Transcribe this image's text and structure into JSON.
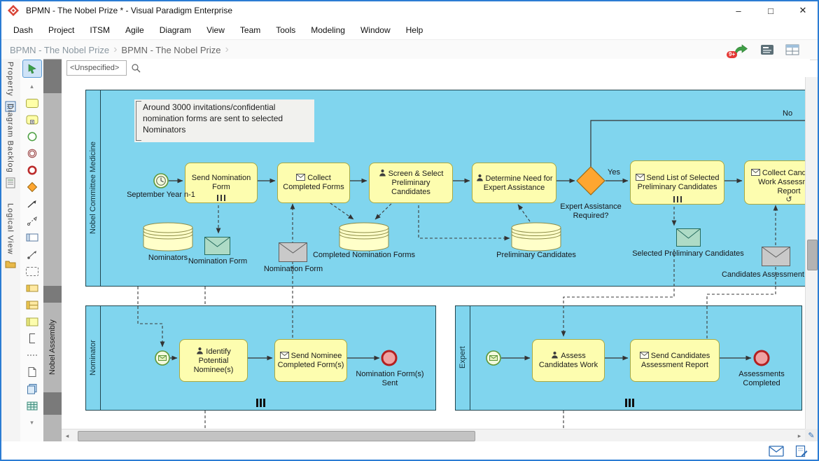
{
  "window": {
    "title": "BPMN - The Nobel Prize * - Visual Paradigm Enterprise"
  },
  "icons": {
    "minimize": "–",
    "maximize": "□",
    "close": "✕",
    "breadcrumb_separator": "›",
    "caret_down": "▾",
    "scroll_up": "▴",
    "scroll_down": "▾",
    "scroll_left": "◂",
    "scroll_right": "▸",
    "loop_marker": "↺",
    "corner_edit": "✎"
  },
  "menu": {
    "items": [
      "Dash",
      "Project",
      "ITSM",
      "Agile",
      "Diagram",
      "View",
      "Team",
      "Tools",
      "Modeling",
      "Window",
      "Help"
    ]
  },
  "breadcrumb": {
    "items": [
      "BPMN - The Nobel Prize",
      "BPMN - The Nobel Prize"
    ],
    "notification_count": "9+"
  },
  "side_tabs": {
    "property": "Property",
    "diagram_backlog": "Diagram Backlog",
    "logical_view": "Logical View"
  },
  "canvas_toolbar": {
    "model_filter": "<Unspecified>"
  },
  "diagram": {
    "annotation_text": "Around 3000 invitations/confidential nomination forms are sent to selected Nominators",
    "pools": {
      "committee": "Nobel Committee Medicine",
      "nominator": "Nominator",
      "expert": "Expert",
      "assembly": "Nobel Assembly"
    },
    "events": {
      "start_timer": "September Year n-1",
      "end_nominator": "Nomination Form(s) Sent",
      "end_expert": "Assessments Completed"
    },
    "tasks": {
      "send_nomination_form": "Send Nomination Form",
      "collect_completed_forms": "Collect Completed Forms",
      "screen_select": "Screen & Select Preliminary Candidates",
      "determine_need": "Determine Need for Expert Assistance",
      "send_list": "Send List of Selected Preliminary Candidates",
      "collect_assessment": "Collect Candidates Work Assessment Report",
      "identify_nominees": "Identify Potential Nominee(s)",
      "send_nominee_forms": "Send Nominee Completed Form(s)",
      "assess_work": "Assess Candidates Work",
      "send_assessment": "Send Candidates Assessment Report"
    },
    "gateway": {
      "label": "Expert Assistance Required?",
      "yes": "Yes",
      "no": "No"
    },
    "stores": {
      "nominators": "Nominators",
      "completed_forms": "Completed Nomination Forms",
      "preliminary": "Preliminary Candidates"
    },
    "messages": {
      "nomination_form_1": "Nomination Form",
      "nomination_form_2": "Nomination Form",
      "selected_preliminary": "Selected Preliminary Candidates",
      "candidates_assessment": "Candidates Assessment"
    }
  },
  "colors": {
    "pool_fill": "#80d5ee",
    "task_fill": "#fdfdaf",
    "task_border": "#a9a943",
    "gateway_fill": "#ffa630",
    "end_event_fill": "#f0a2a2",
    "end_event_stroke": "#b32020",
    "message_green": "#aedbc6",
    "message_gray": "#c9c9c9",
    "store_fill": "#ffffc9",
    "window_accent": "#2b7cd3",
    "badge": "#e53935"
  }
}
